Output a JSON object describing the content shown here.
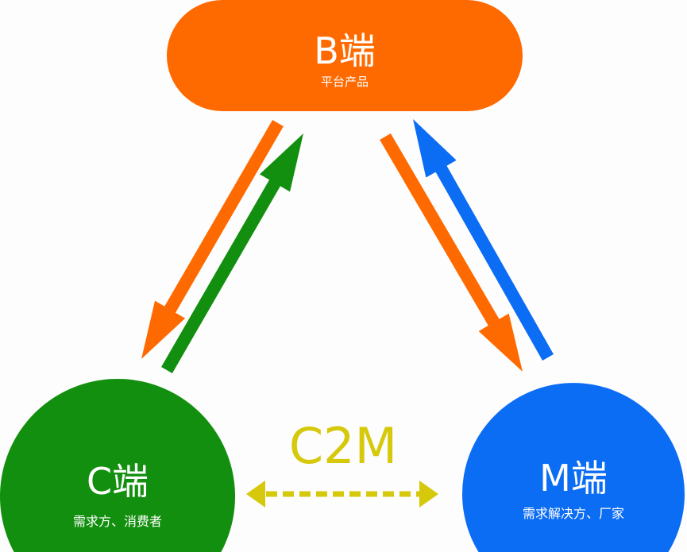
{
  "nodes": {
    "b": {
      "title": "B端",
      "subtitle": "平台产品",
      "color": "#ff6a00"
    },
    "c": {
      "title": "C端",
      "subtitle": "需求方、消费者",
      "color": "#128f0e"
    },
    "m": {
      "title": "M端",
      "subtitle": "需求解决方、厂家",
      "color": "#0b6cf4"
    }
  },
  "c2m": {
    "label": "C2M",
    "color": "#d6c90c"
  },
  "arrow_colors": {
    "orange": "#ff6a00",
    "green": "#128f0e",
    "blue": "#0b6cf4"
  }
}
